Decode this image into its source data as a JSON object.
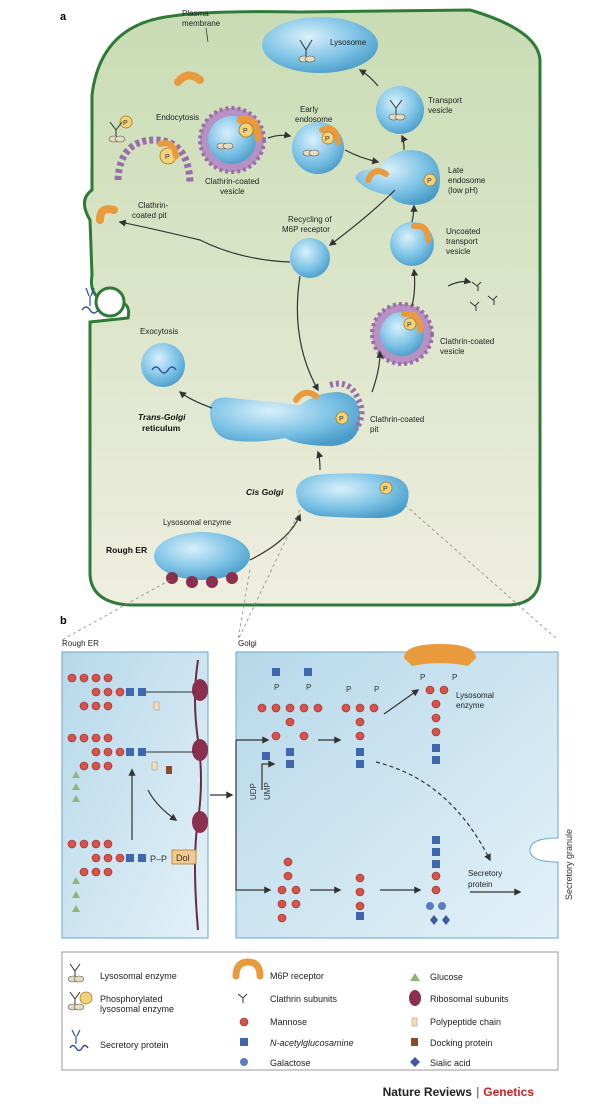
{
  "panel_a": {
    "label": "a",
    "plasma_membrane": [
      "Plasma",
      "membrane"
    ],
    "lysosome": "Lysosome",
    "transport_vesicle": [
      "Transport",
      "vesicle"
    ],
    "endocytosis": "Endocytosis",
    "early_endosome": [
      "Early",
      "endosome"
    ],
    "late_endosome": [
      "Late",
      "endosome",
      "(low pH)"
    ],
    "clathrin_coated_vesicle_top": [
      "Clathrin-coated",
      "vesicle"
    ],
    "clathrin_coated_pit_top": [
      "Clathrin-",
      "coated pit"
    ],
    "recycling": [
      "Recycling of",
      "M6P receptor"
    ],
    "uncoated_vesicle": [
      "Uncoated",
      "transport",
      "vesicle"
    ],
    "clathrin_coated_vesicle_mid": [
      "Clathrin-coated",
      "vesicle"
    ],
    "exocytosis": "Exocytosis",
    "trans_golgi": [
      "Trans-Golgi",
      "reticulum"
    ],
    "clathrin_coated_pit_mid": [
      "Clathrin-coated",
      "pit"
    ],
    "cis_golgi": "Cis Golgi",
    "lysosomal_enzyme": "Lysosomal enzyme",
    "rough_er": "Rough ER",
    "phosphate": "P"
  },
  "panel_b": {
    "label": "b",
    "rough_er": "Rough ER",
    "golgi": "Golgi",
    "dol": "Dol",
    "pp": "P–P",
    "udp": "UDP",
    "ump": "UMP",
    "lysosomal_enzyme": [
      "Lysosomal",
      "enzyme"
    ],
    "secretory_protein": [
      "Secretory",
      "protein"
    ],
    "secretory_granule": "Secretory granule",
    "phosphate": "P"
  },
  "legend": {
    "items": [
      "Lysosomal enzyme",
      "Phosphorylated",
      "lysosomal enzyme",
      "Secretory protein",
      "M6P receptor",
      "Clathrin subunits",
      "Mannose",
      "N-acetylglucosamine",
      "Galactose",
      "Glucose",
      "Ribosomal subunits",
      "Polypeptide chain",
      "Docking protein",
      "Sialic acid"
    ]
  },
  "credit": {
    "journal": "Nature Reviews",
    "section": "Genetics"
  },
  "colors": {
    "cell_fill": "#dfe8d2",
    "cell_border": "#2f7a36",
    "vesicle": "#7ec3e6",
    "receptor": "#e89a3c",
    "clathrin": "#a882b5",
    "mannose": "#d9524a",
    "glcnac": "#3f67ad",
    "glucose": "#8fb774",
    "ribosome": "#8a2f4e",
    "panel_b_bg": "#c7e1ef",
    "credit_red": "#cc2222"
  }
}
